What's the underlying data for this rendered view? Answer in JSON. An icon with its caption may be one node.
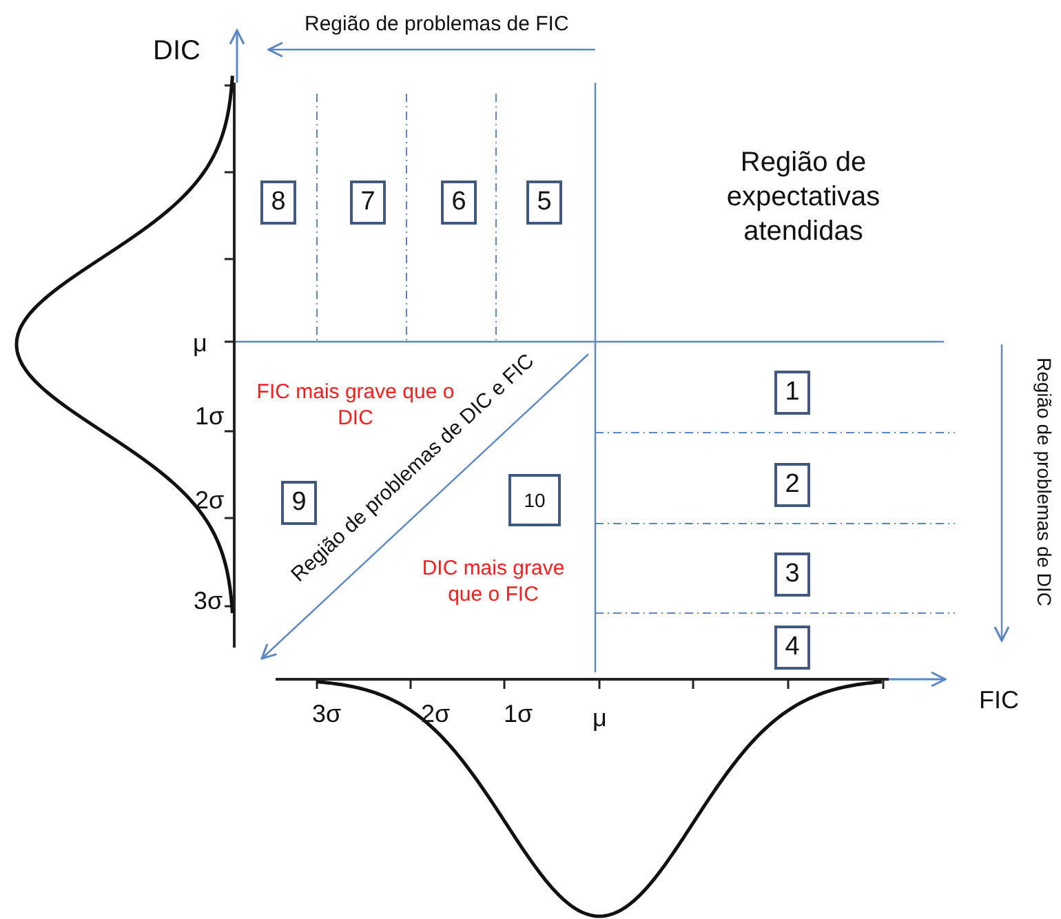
{
  "diagram": {
    "nodes": [
      {
        "text": [
          "8"
        ]
      },
      {
        "text": [
          "7"
        ]
      },
      {
        "text": [
          "6"
        ]
      },
      {
        "text": [
          "5"
        ]
      },
      {
        "text": [
          "1"
        ]
      },
      {
        "text": [
          "9"
        ]
      },
      {
        "text": [
          "10"
        ]
      },
      {
        "text": [
          "2"
        ]
      },
      {
        "text": [
          "3"
        ]
      },
      {
        "text": [
          "4"
        ]
      }
    ],
    "labels": [
      "Região de problemas de FIC",
      "DIC",
      "Região de expectativas atendidas",
      "μ",
      "1σ",
      "FIC mais grave que o DIC",
      "Região de problemas de DIC",
      "Região de problemas de DIC e FIC",
      "2σ",
      "DIC mais grave que o FIC",
      "3σ",
      "FIC",
      "3σ",
      "2σ",
      "1σ",
      "μ"
    ]
  }
}
